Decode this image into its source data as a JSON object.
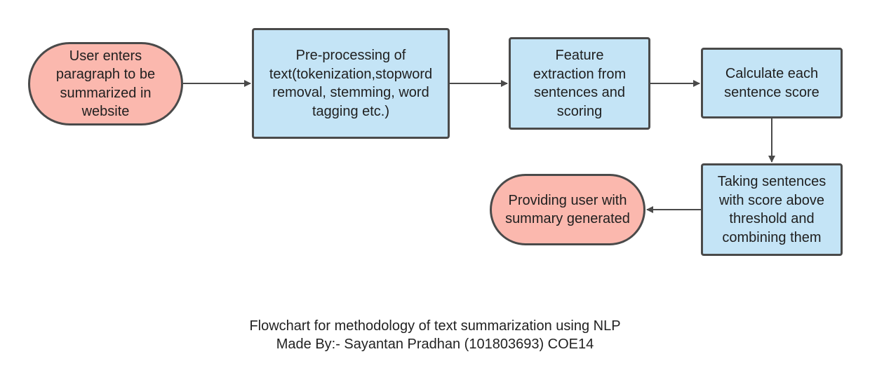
{
  "colors": {
    "process_fill": "#c4e4f6",
    "terminal_fill": "#fbb8ae",
    "stroke": "#4a4a4a"
  },
  "nodes": {
    "start": {
      "text": "User enters\nparagraph to be\nsummarized in\nwebsite"
    },
    "preprocess": {
      "text": "Pre-processing of\ntext(tokenization,stopword\nremoval, stemming, word\ntagging etc.)"
    },
    "features": {
      "text": "Feature\nextraction from\nsentences and\nscoring"
    },
    "score": {
      "text": "Calculate each\nsentence score"
    },
    "threshold": {
      "text": "Taking sentences\nwith score above\nthreshold and\ncombining them"
    },
    "end": {
      "text": "Providing user with\nsummary generated"
    }
  },
  "caption": {
    "line1": "Flowchart for methodology of text summarization using NLP",
    "line2": "Made By:- Sayantan Pradhan (101803693) COE14"
  }
}
